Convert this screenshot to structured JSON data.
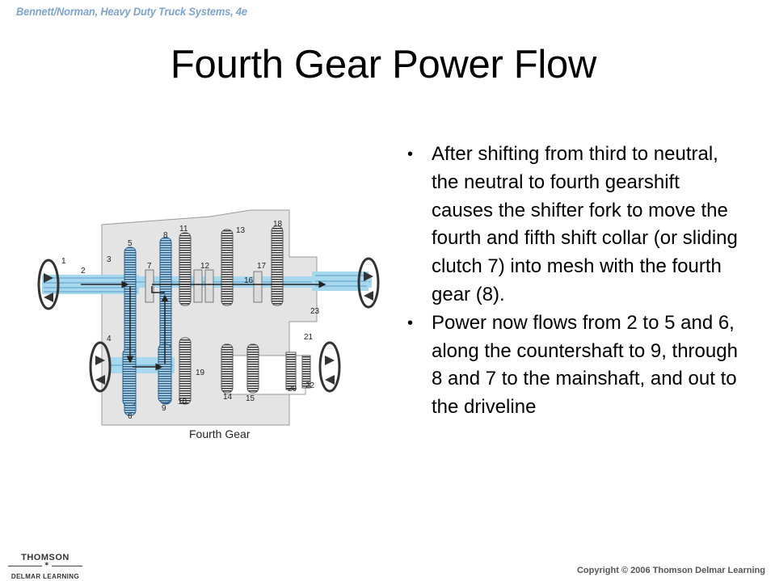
{
  "header": {
    "book": "Bennett/Norman, Heavy Duty Truck Systems, 4e"
  },
  "slide": {
    "title": "Fourth Gear Power Flow",
    "bullets": [
      "After shifting from third to neutral, the neutral to fourth gearshift causes the shifter fork to move the fourth and fifth shift collar (or sliding clutch 7) into mesh with the fourth gear (8).",
      "Power now flows from 2 to 5 and 6, along the countershaft to 9, through 8 and 7 to the mainshaft, and out to the driveline"
    ],
    "bullet_symbol": "•"
  },
  "diagram": {
    "caption": "Fourth Gear",
    "labels": [
      "1",
      "2",
      "3",
      "4",
      "5",
      "6",
      "7",
      "8",
      "9",
      "10",
      "11",
      "12",
      "13",
      "14",
      "15",
      "16",
      "17",
      "18",
      "19",
      "20",
      "21",
      "22",
      "23"
    ],
    "flow_color": "#a8d8ee",
    "gear_color": "#5a9bc7"
  },
  "footer": {
    "logo_top": "THOMSON",
    "logo_bottom": "DELMAR LEARNING",
    "logo_star": "✶",
    "copyright": "Copyright © 2006 Thomson Delmar Learning"
  }
}
